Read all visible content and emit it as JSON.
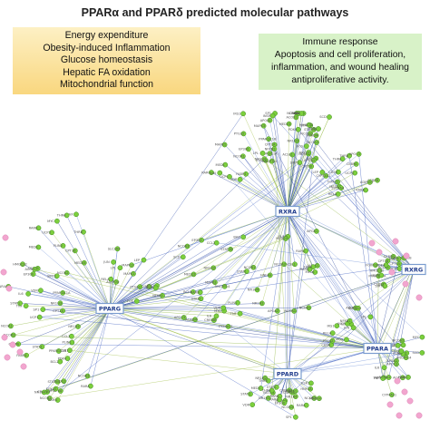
{
  "title": "PPARα and PPARδ predicted molecular pathways",
  "ppar_alpha_box": {
    "color": "#f9d77f",
    "lines": [
      "Energy expenditure",
      "Obesity-induced Inflammation",
      "Glucose homeostasis",
      "Hepatic FA oxidation",
      "Mitochondrial function"
    ]
  },
  "ppar_delta_box": {
    "color": "#d8f2c8",
    "lines": [
      "Immune response",
      "Apoptosis and cell proliferation,",
      "inflammation, and wound healing",
      "antiproliferative activity."
    ]
  },
  "hubs": [
    {
      "id": "rxra",
      "label": "RXRA"
    },
    {
      "id": "rxrg",
      "label": "RXRG"
    },
    {
      "id": "pparg",
      "label": "PPARG"
    },
    {
      "id": "ppara",
      "label": "PPARA"
    },
    {
      "id": "ppard",
      "label": "PPARD"
    }
  ],
  "node_labels": [
    "NCOA1",
    "NCOA2",
    "NCOA3",
    "NCOR1",
    "NCOR2",
    "MED1",
    "MED12",
    "MED24",
    "CREBBP",
    "EP300",
    "STAT1",
    "STAT3",
    "STAT5B",
    "HNF4A",
    "NR1H2",
    "NR1H3",
    "NR1H4",
    "VDR",
    "RARA",
    "RARB",
    "RARG",
    "THRA",
    "THRB",
    "ESR1",
    "NR4A1",
    "SP1",
    "CEBPA",
    "CEBPB",
    "FOXO1",
    "SIRT1",
    "PPARGC1A",
    "PPARGC1B",
    "ACOX1",
    "CPT1A",
    "CPT1B",
    "HMGCS2",
    "PDK4",
    "UCP1",
    "UCP3",
    "FABP4",
    "CD36",
    "LPL",
    "ADIPOQ",
    "LEP",
    "SLC2A4",
    "IRS1",
    "INSR",
    "PTGS2",
    "NFKB1",
    "RELA",
    "JUN",
    "FOS",
    "MAPK1",
    "MAPK3",
    "ANGPTL4",
    "APOA1",
    "APOA2",
    "APOC3",
    "SCD",
    "ACADM",
    "ACSL1",
    "CYP4A11",
    "PLIN1",
    "PLIN2",
    "TNF",
    "IL6",
    "CCL2",
    "BCL2",
    "BAX",
    "MYC"
  ]
}
